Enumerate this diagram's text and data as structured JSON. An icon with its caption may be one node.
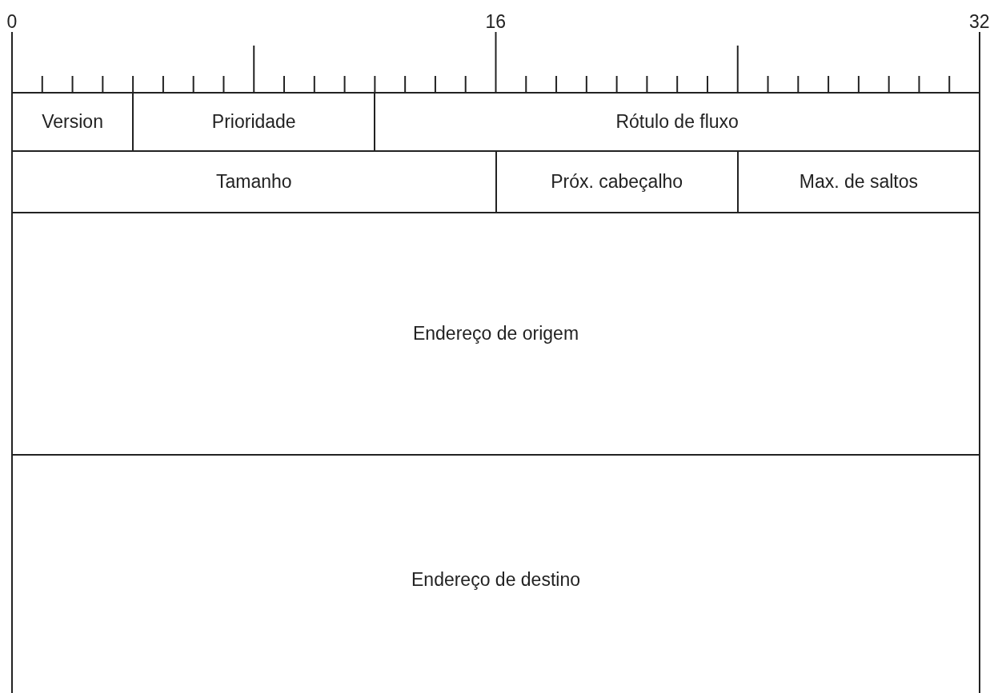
{
  "diagram": {
    "nodes": [
      {
        "text": [
          "Version"
        ]
      },
      {
        "text": [
          "Prioridade"
        ]
      },
      {
        "text": [
          "Rótulo de fluxo"
        ]
      },
      {
        "text": [
          "Tamanho"
        ]
      },
      {
        "text": [
          "Próx. cabeçalho"
        ]
      },
      {
        "text": [
          "Max. de saltos"
        ]
      },
      {
        "text": [
          "Endereço de origem"
        ]
      },
      {
        "text": [
          "Endereço de destino"
        ]
      }
    ],
    "labels": [
      "0",
      "16",
      "32"
    ]
  }
}
